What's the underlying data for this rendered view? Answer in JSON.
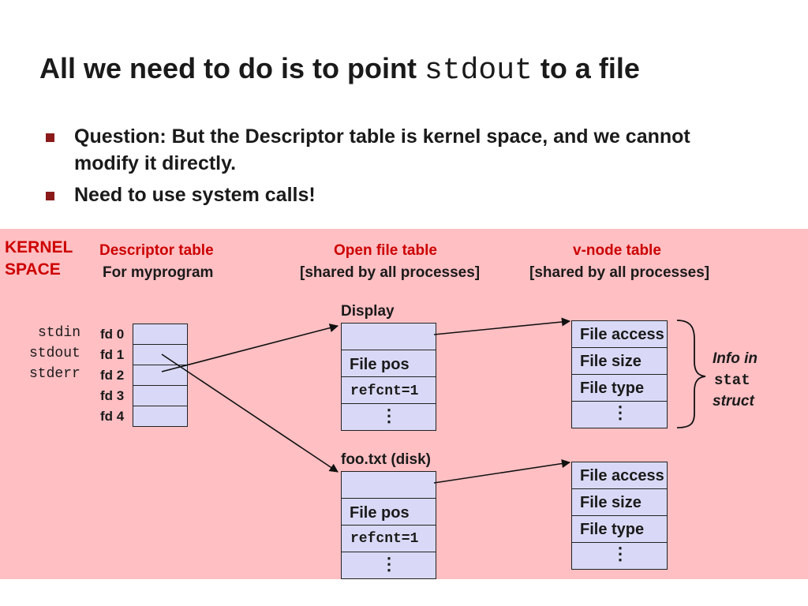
{
  "title": {
    "prefix": "All we need to do is to point ",
    "code": "stdout",
    "suffix": " to a file"
  },
  "bullets": [
    "Question: But the Descriptor table is kernel space, and we cannot modify it directly.",
    "Need to use system calls!"
  ],
  "diagram": {
    "kernel_label": [
      "KERNEL",
      "SPACE"
    ],
    "descriptor_table": {
      "title": "Descriptor table",
      "subtitle": "For myprogram"
    },
    "open_file_table": {
      "title": "Open file table",
      "subtitle": "[shared by all processes]"
    },
    "vnode_table": {
      "title": "v-node table",
      "subtitle": "[shared by all processes]"
    },
    "std_names": [
      "stdin",
      "stdout",
      "stderr"
    ],
    "fd_labels": [
      "fd 0",
      "fd 1",
      "fd 2",
      "fd 3",
      "fd 4"
    ],
    "open_files": [
      {
        "name": "Display",
        "file_pos": "File pos",
        "refcnt": "refcnt=1",
        "dots": "⋮"
      },
      {
        "name": "foo.txt (disk)",
        "file_pos": "File pos",
        "refcnt": "refcnt=1",
        "dots": "⋮"
      }
    ],
    "vnodes": [
      {
        "access": "File access",
        "size": "File size",
        "type": "File type",
        "dots": "⋮"
      },
      {
        "access": "File access",
        "size": "File size",
        "type": "File type",
        "dots": "⋮"
      }
    ],
    "info_label": {
      "line1": "Info in",
      "line2": "stat",
      "line3": "struct"
    },
    "colors": {
      "panel": "#ffbfc3",
      "heading_red": "#cc0000",
      "box_fill": "#d9d9f7",
      "bullet": "#8b1a1a"
    }
  }
}
